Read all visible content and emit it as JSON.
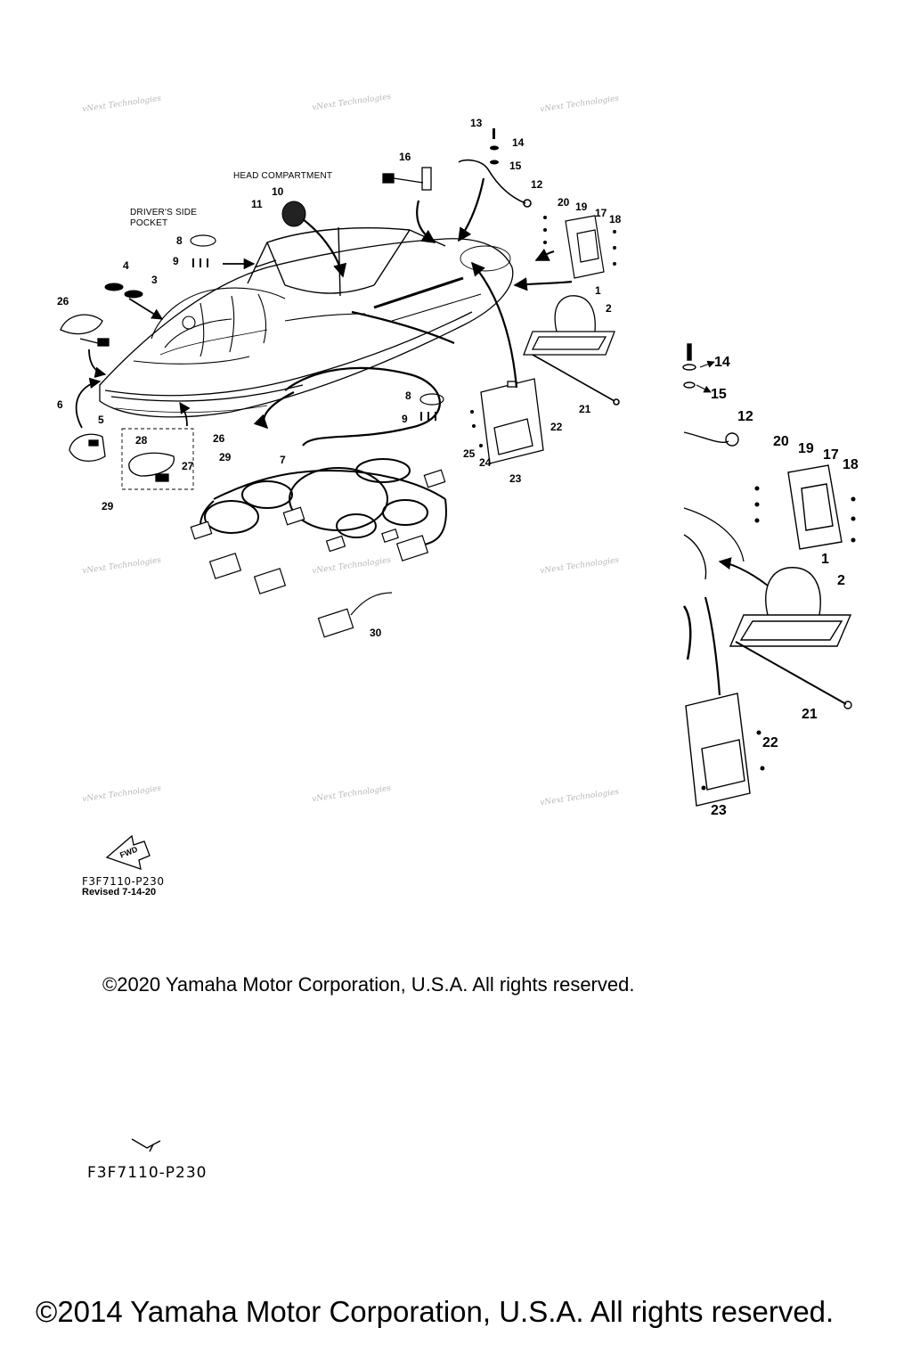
{
  "diagram": {
    "labels": {
      "head_compartment": "HEAD COMPARTMENT",
      "drivers_side_line1": "DRIVER'S SIDE",
      "drivers_side_line2": "POCKET",
      "fwd": "FWD"
    },
    "watermark": "vNext Technologies",
    "drawing_code": "F3F7110-P230",
    "revised": "Revised 7-14-20",
    "drawing_code_2": "F3F7110-P230"
  },
  "callouts_main": [
    "1",
    "2",
    "3",
    "4",
    "5",
    "6",
    "7",
    "8",
    "8",
    "9",
    "9",
    "10",
    "11",
    "12",
    "13",
    "14",
    "15",
    "16",
    "17",
    "18",
    "19",
    "20",
    "21",
    "22",
    "23",
    "24",
    "25",
    "26",
    "26",
    "27",
    "28",
    "29",
    "29",
    "30"
  ],
  "callouts_detail": [
    "1",
    "2",
    "12",
    "14",
    "15",
    "17",
    "18",
    "19",
    "20",
    "21",
    "22",
    "23"
  ],
  "footer": {
    "copyright_2020": "©2020 Yamaha Motor Corporation, U.S.A. All rights reserved.",
    "copyright_2014": "©2014 Yamaha Motor Corporation, U.S.A. All rights reserved."
  }
}
